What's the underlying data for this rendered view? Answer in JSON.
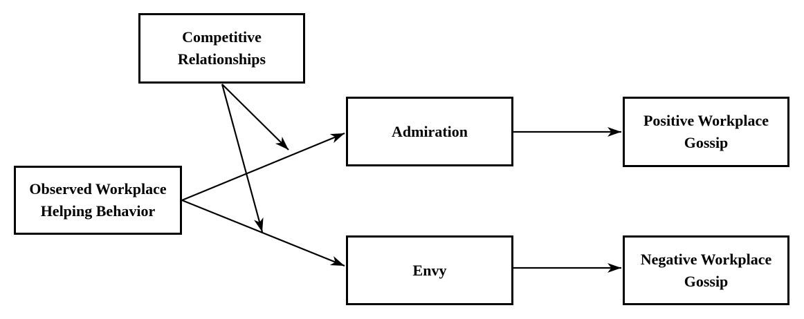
{
  "diagram": {
    "type": "path-model",
    "colors": {
      "background": "#ffffff",
      "box_border": "#000000",
      "text": "#000000",
      "arrow": "#000000"
    },
    "nodes": [
      {
        "id": "competitive-relationships",
        "label": "Competitive\nRelationships"
      },
      {
        "id": "observed-workplace-helping-behavior",
        "label": "Observed Workplace\nHelping Behavior"
      },
      {
        "id": "admiration",
        "label": "Admiration"
      },
      {
        "id": "envy",
        "label": "Envy"
      },
      {
        "id": "positive-workplace-gossip",
        "label": "Positive Workplace\nGossip"
      },
      {
        "id": "negative-workplace-gossip",
        "label": "Negative Workplace\nGossip"
      }
    ],
    "edges": [
      {
        "from": "observed-workplace-helping-behavior",
        "to": "admiration",
        "style": "solid-arrow"
      },
      {
        "from": "observed-workplace-helping-behavior",
        "to": "envy",
        "style": "solid-arrow"
      },
      {
        "from": "admiration",
        "to": "positive-workplace-gossip",
        "style": "solid-arrow"
      },
      {
        "from": "envy",
        "to": "negative-workplace-gossip",
        "style": "solid-arrow"
      },
      {
        "from": "competitive-relationships",
        "to": "path:observed-to-admiration",
        "style": "solid-arrow",
        "role": "moderation"
      },
      {
        "from": "competitive-relationships",
        "to": "path:observed-to-envy",
        "style": "solid-arrow",
        "role": "moderation"
      }
    ]
  }
}
